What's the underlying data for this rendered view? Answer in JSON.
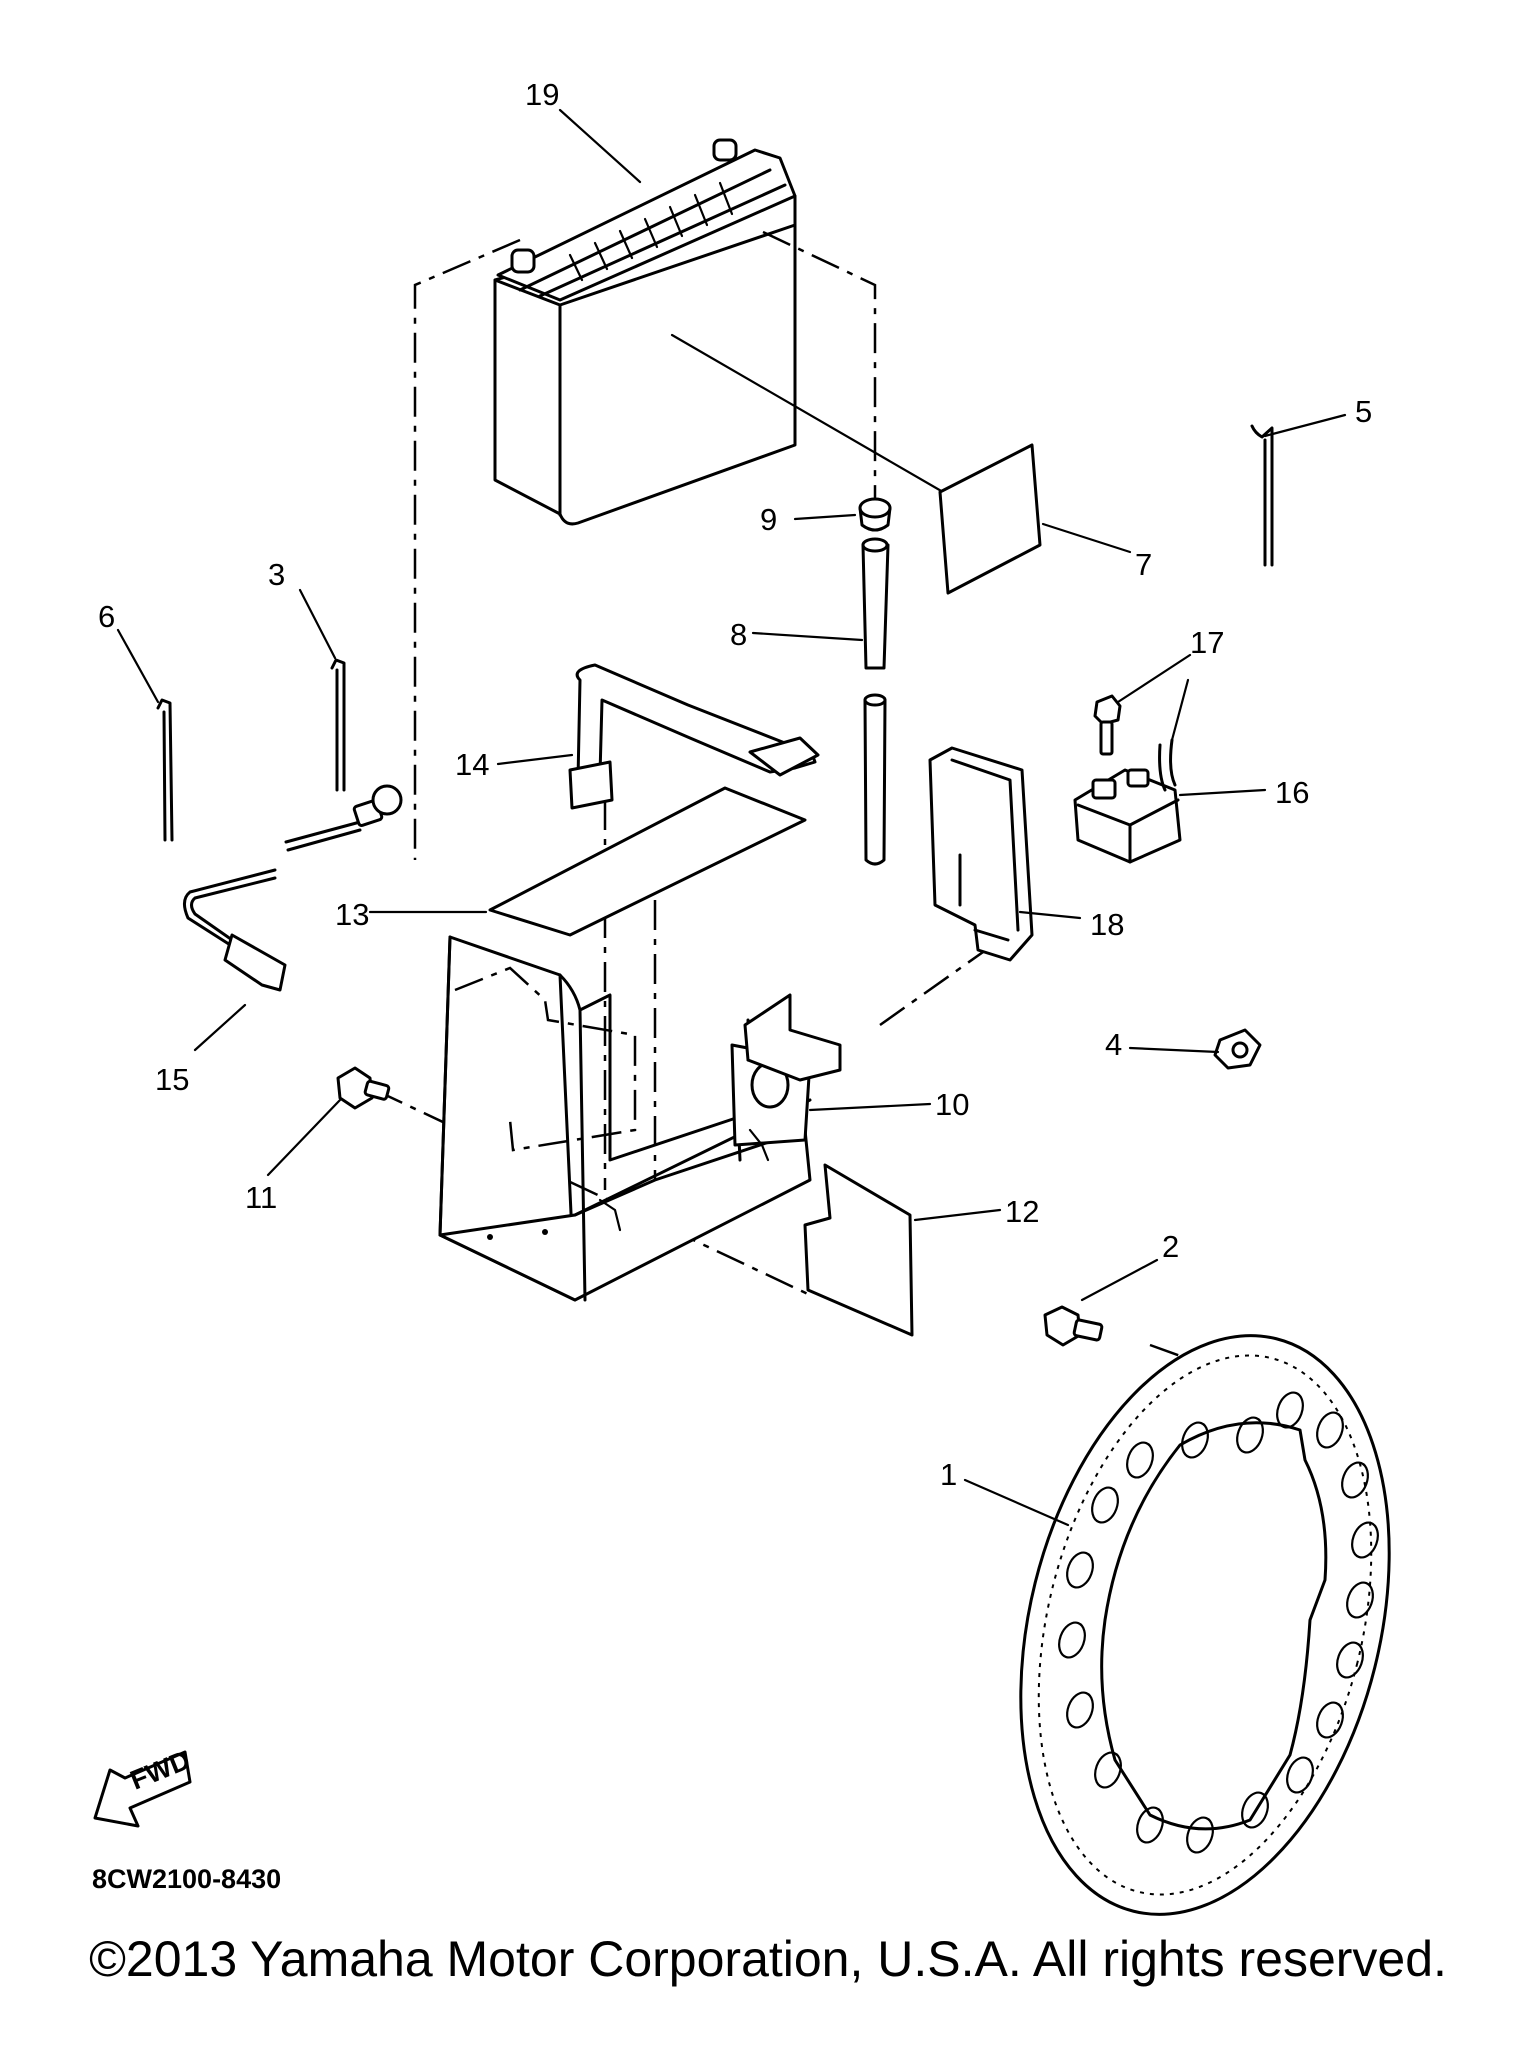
{
  "diagram": {
    "part_numbers": {
      "p1": "1",
      "p2": "2",
      "p3": "3",
      "p4": "4",
      "p5": "5",
      "p6": "6",
      "p7": "7",
      "p8": "8",
      "p9": "9",
      "p10": "10",
      "p11": "11",
      "p12": "12",
      "p13": "13",
      "p14": "14",
      "p15": "15",
      "p16": "16",
      "p17": "17",
      "p18": "18",
      "p19": "19"
    },
    "fwd_arrow_text": "FWD",
    "drawing_code": "8CW2100-8430"
  },
  "footer": {
    "copyright": "©2013 Yamaha Motor Corporation, U.S.A. All rights reserved."
  }
}
